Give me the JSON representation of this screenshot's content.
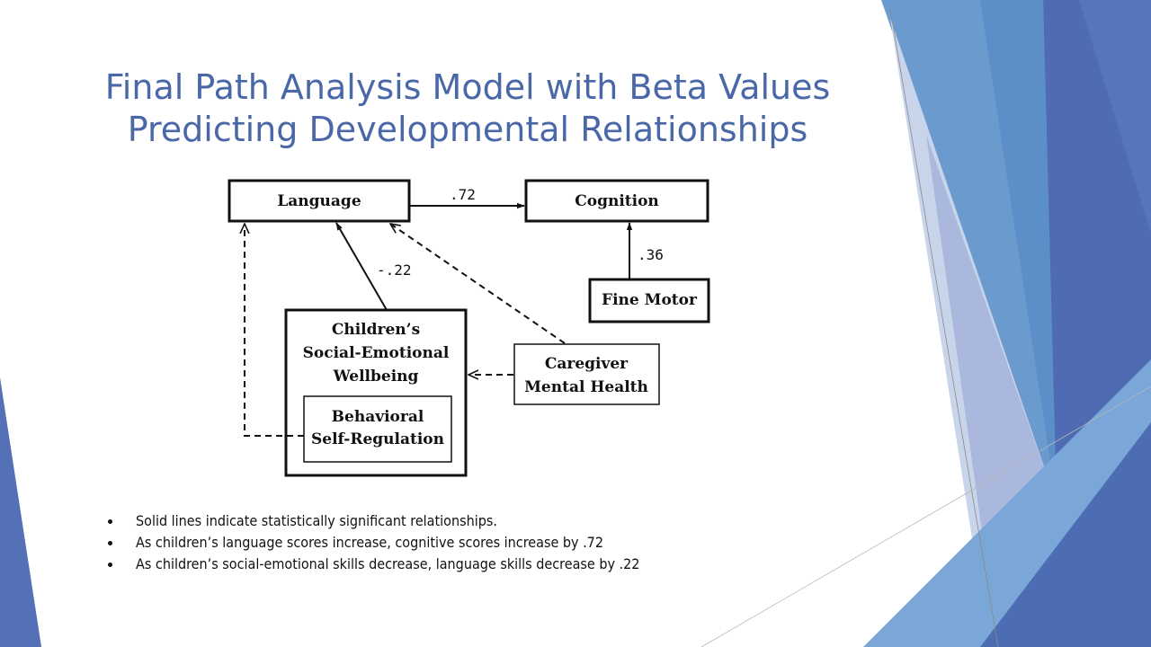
{
  "title": {
    "line1": "Final Path Analysis Model with Beta Values",
    "line2": "Predicting Developmental Relationships"
  },
  "diagram": {
    "nodes": {
      "language": "Language",
      "cognition": "Cognition",
      "fine_motor": "Fine Motor",
      "social_emotional": [
        "Children’s",
        "Social-Emotional",
        "Wellbeing"
      ],
      "behavioral": [
        "Behavioral",
        "Self-Regulation"
      ],
      "caregiver": [
        "Caregiver",
        "Mental Health"
      ]
    },
    "edges": {
      "language_to_cognition": ".72",
      "fine_motor_to_cognition": ".36",
      "social_emotional_to_language": "-.22"
    }
  },
  "bullets": [
    "Solid lines indicate statistically significant relationships.",
    "As children’s language scores increase, cognitive scores increase by .72",
    "As children’s social-emotional skills decrease, language skills decrease by .22"
  ],
  "colors": {
    "title": "#4a67a8",
    "accent_dark": "#4a67b2",
    "accent_mid": "#5b8fc9",
    "accent_light": "#a9bddf"
  }
}
